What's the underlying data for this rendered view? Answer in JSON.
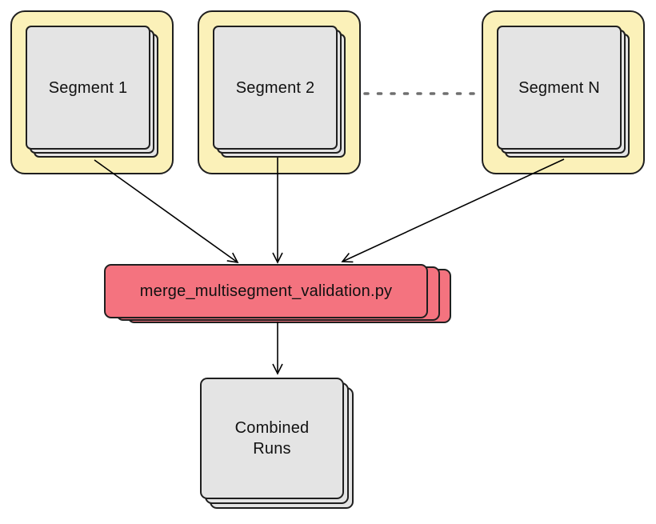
{
  "nodes": {
    "segment1": {
      "label": "Segment 1"
    },
    "segment2": {
      "label": "Segment 2"
    },
    "segmentN": {
      "label": "Segment N"
    },
    "merge": {
      "label": "merge_multisegment_validation.py"
    },
    "combined": {
      "label": "Combined Runs"
    }
  },
  "edges": [
    {
      "from": "segment1",
      "to": "merge"
    },
    {
      "from": "segment2",
      "to": "merge"
    },
    {
      "from": "segmentN",
      "to": "merge"
    },
    {
      "from": "merge",
      "to": "combined"
    }
  ],
  "ellipsis": {
    "between": "segment2 and segmentN",
    "style": "horizontal dotted line"
  },
  "colors": {
    "background": "#FFFFFF",
    "frame_fill": "#FBF1B9",
    "frame_border": "#1F1F1F",
    "card_fill": "#E4E4E4",
    "card_border": "#1F1F1F",
    "script_fill": "#F4737F",
    "arrow": "#000000",
    "dotted": "#6F6F6F",
    "text": "#111111"
  }
}
